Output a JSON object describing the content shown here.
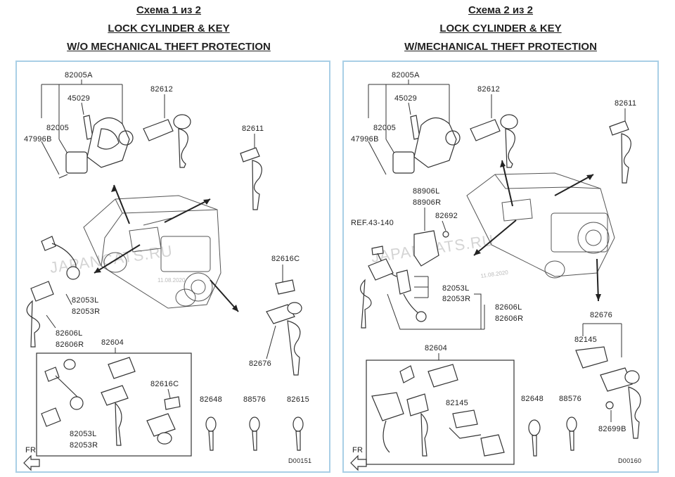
{
  "left": {
    "header": [
      "Схема 1 из 2",
      "LOCK CYLINDER & KEY",
      "W/O MECHANICAL THEFT PROTECTION"
    ],
    "watermark": "JAPANCATS.RU",
    "date": "11.08.2020",
    "fr_label": "FR",
    "diagram_code": "D00151",
    "parts": {
      "p82005A": "82005A",
      "p45029": "45029",
      "p82005": "82005",
      "p47996B": "47996B",
      "p82612": "82612",
      "p82611": "82611",
      "p82616C_a": "82616C",
      "p82053L": "82053L",
      "p82053R": "82053R",
      "p82606L": "82606L",
      "p82606R": "82606R",
      "p82604": "82604",
      "p82676": "82676",
      "p82616C_b": "82616C",
      "p82053L_b": "82053L",
      "p82053R_b": "82053R",
      "p82648": "82648",
      "p88576": "88576",
      "p82615": "82615"
    }
  },
  "right": {
    "header": [
      "Схема 2 из 2",
      "LOCK CYLINDER & KEY",
      "W/MECHANICAL THEFT PROTECTION"
    ],
    "watermark": "JAPANCATS.RU",
    "date": "11.08.2020",
    "fr_label": "FR",
    "diagram_code": "D00160",
    "parts": {
      "p82005A": "82005A",
      "p45029": "45029",
      "p82005": "82005",
      "p47996B": "47996B",
      "p82612": "82612",
      "p82611": "82611",
      "p88906L": "88906L",
      "p88906R": "88906R",
      "p82692": "82692",
      "ref": "REF.43-140",
      "p82053L": "82053L",
      "p82053R": "82053R",
      "p82606L": "82606L",
      "p82606R": "82606R",
      "p82676": "82676",
      "p82145_a": "82145",
      "p82604": "82604",
      "p82145_b": "82145",
      "p82648": "82648",
      "p88576": "88576",
      "p82699B": "82699B"
    }
  }
}
